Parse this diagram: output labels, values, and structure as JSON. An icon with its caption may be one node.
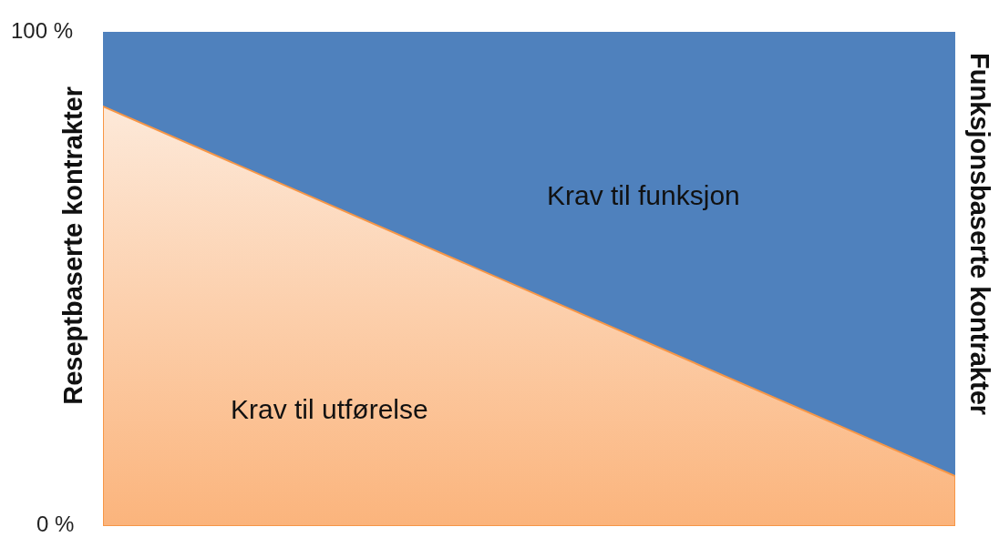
{
  "diagram": {
    "nodes": [
      {
        "text": [
          "Krav til funksjon"
        ]
      },
      {
        "text": [
          "Krav til utførelse"
        ]
      }
    ],
    "labels": [
      "100 %",
      "Reseptbaserte kontrakter",
      "Funksjonsbaserte kontrakter",
      "0 %"
    ]
  }
}
